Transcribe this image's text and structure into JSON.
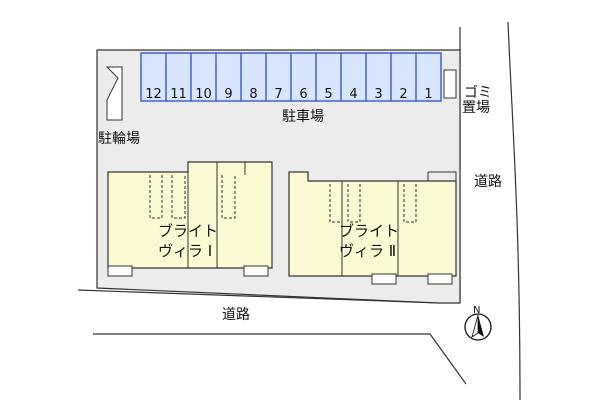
{
  "site": {
    "lot_fill": "#ececec",
    "building_fill": "#fbfad2",
    "parking_fill": "#d9e6ff",
    "parking_stroke": "#1f3fd6"
  },
  "labels": {
    "bicycle_parking": "駐輪場",
    "car_parking": "駐車場",
    "garbage_line1": "ゴミ",
    "garbage_line2": "置場",
    "road_east": "道路",
    "road_south": "道路",
    "north": "N"
  },
  "parking": {
    "spaces": [
      "12",
      "11",
      "10",
      "9",
      "8",
      "7",
      "6",
      "5",
      "4",
      "3",
      "2",
      "1"
    ]
  },
  "buildings": [
    {
      "line1": "ブライト",
      "line2": "ヴィラ Ⅰ"
    },
    {
      "line1": "ブライト",
      "line2": "ヴィラ Ⅱ"
    }
  ]
}
